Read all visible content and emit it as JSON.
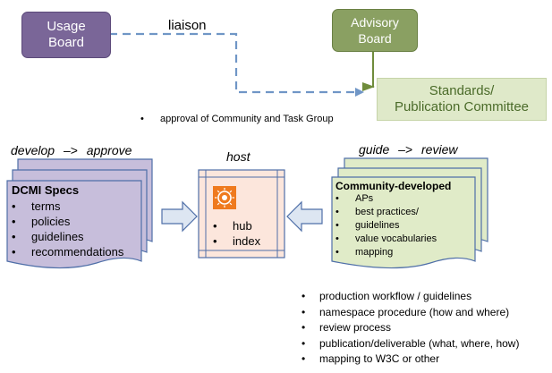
{
  "boards": {
    "usage_board": "Usage\nBoard",
    "advisory_board": "Advisory\nBoard",
    "standards_committee": "Standards/\nPublication Committee",
    "liaison_label": "liaison"
  },
  "approval_note": "approval of Community and Task Group",
  "headings": {
    "develop": "develop",
    "arrow1": "–>",
    "approve": "approve",
    "host": "host",
    "guide": "guide",
    "arrow2": "–>",
    "review": "review"
  },
  "dcmi": {
    "title": "DCMI Specs",
    "items": [
      "terms",
      "policies",
      "guidelines",
      "recommendations"
    ]
  },
  "hub": {
    "items": [
      "hub",
      "index"
    ]
  },
  "community": {
    "title": "Community-developed",
    "items": [
      "APs",
      "best practices/",
      "guidelines",
      "value vocabularies",
      "mapping"
    ]
  },
  "bottom_list": [
    "production workflow / guidelines",
    "namespace procedure (how and where)",
    "review process",
    "publication/deliverable (what, where, how)",
    "mapping to W3C or other"
  ],
  "colors": {
    "usage_board": "#7a6698",
    "advisory_board": "#8aa062",
    "standards_fill": "#dfe9c9",
    "standards_text": "#4b6b2a",
    "dcmi_doc": "#c7bedb",
    "community_doc": "#e0ebc8",
    "host_fill": "#fce6dc",
    "connector": "#7096c6",
    "logo_orange": "#ef7a1e"
  }
}
